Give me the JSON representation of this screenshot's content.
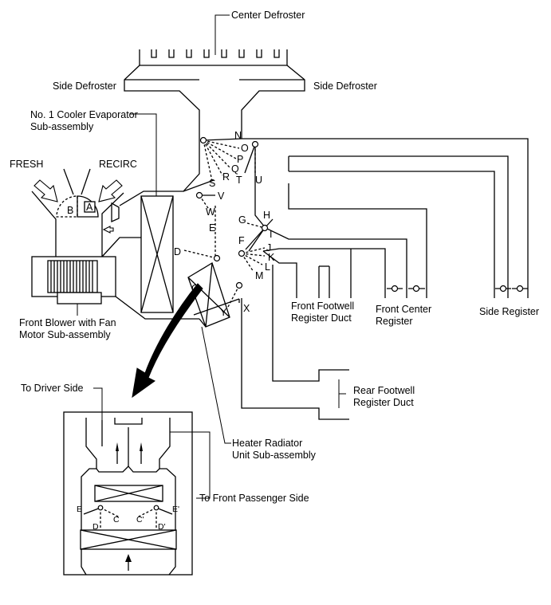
{
  "labels": {
    "center_defroster": "Center Defroster",
    "side_defroster_left": "Side Defroster",
    "side_defroster_right": "Side Defroster",
    "evaporator_line1": "No. 1 Cooler Evaporator",
    "evaporator_line2": "Sub-assembly",
    "fresh": "FRESH",
    "recirc": "RECIRC",
    "blower_line1": "Front Blower with Fan",
    "blower_line2": "Motor Sub-assembly",
    "front_footwell_line1": "Front Footwell",
    "front_footwell_line2": "Register Duct",
    "front_center_line1": "Front Center",
    "front_center_line2": "Register",
    "side_register": "Side Register",
    "rear_footwell_line1": "Rear Footwell",
    "rear_footwell_line2": "Register Duct",
    "heater_line1": "Heater Radiator",
    "heater_line2": "Unit Sub-assembly",
    "to_driver_side": "To Driver Side",
    "to_front_passenger_side": "To Front Passenger Side"
  },
  "door_letters": {
    "a": "A",
    "b": "B",
    "c": "C",
    "d": "D",
    "e": "E",
    "f": "F",
    "g": "G",
    "h": "H",
    "i": "I",
    "j": "J",
    "k": "K",
    "l": "L",
    "m": "M",
    "n": "N",
    "o": "O",
    "p": "P",
    "q": "Q",
    "r": "R",
    "s": "S",
    "t": "T",
    "u": "U",
    "v": "V",
    "w": "W",
    "x": "X",
    "y": "Y"
  },
  "inset_letters": {
    "e": "E",
    "e_prime": "E'",
    "d": "D",
    "c": "C",
    "c_prime": "C'",
    "d_prime": "D'"
  }
}
